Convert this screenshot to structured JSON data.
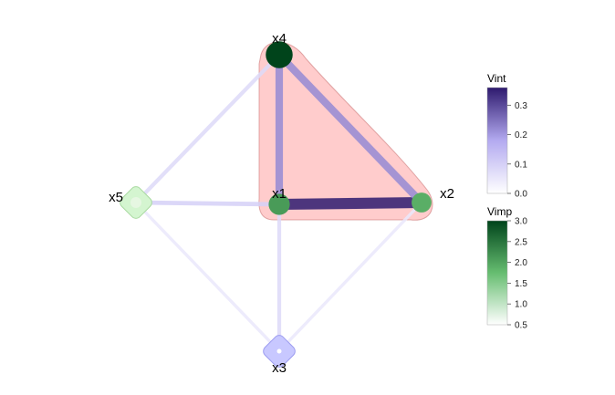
{
  "nodes": [
    {
      "id": "x1",
      "label": "x1",
      "vimp": 2.1,
      "shape": "circle"
    },
    {
      "id": "x2",
      "label": "x2",
      "vimp": 1.9,
      "shape": "circle"
    },
    {
      "id": "x3",
      "label": "x3",
      "vimp": 0.6,
      "shape": "diamond",
      "interaction_only": true
    },
    {
      "id": "x4",
      "label": "x4",
      "vimp": 3.0,
      "shape": "circle"
    },
    {
      "id": "x5",
      "label": "x5",
      "vimp": 0.6,
      "shape": "diamond"
    }
  ],
  "edges": [
    {
      "from": "x1",
      "to": "x2",
      "vint": 0.36
    },
    {
      "from": "x2",
      "to": "x4",
      "vint": 0.22
    },
    {
      "from": "x1",
      "to": "x4",
      "vint": 0.22
    },
    {
      "from": "x1",
      "to": "x5",
      "vint": 0.1
    },
    {
      "from": "x4",
      "to": "x5",
      "vint": 0.08
    },
    {
      "from": "x1",
      "to": "x3",
      "vint": 0.08
    },
    {
      "from": "x3",
      "to": "x5",
      "vint": 0.05
    },
    {
      "from": "x2",
      "to": "x3",
      "vint": 0.05
    }
  ],
  "cluster": {
    "members": [
      "x1",
      "x2",
      "x4"
    ],
    "color": "#ff9a9a"
  },
  "legends": {
    "vint": {
      "title": "Vint",
      "ticks": [
        "0.0",
        "0.1",
        "0.2",
        "0.3"
      ],
      "tick_values": [
        0.0,
        0.1,
        0.2,
        0.3
      ],
      "range": [
        0.0,
        0.36
      ],
      "color_low": "#ffffff",
      "color_high": "#2e1a6e"
    },
    "vimp": {
      "title": "Vimp",
      "ticks": [
        "0.5",
        "1.0",
        "1.5",
        "2.0",
        "2.5",
        "3.0"
      ],
      "tick_values": [
        0.5,
        1.0,
        1.5,
        2.0,
        2.5,
        3.0
      ],
      "range": [
        0.5,
        3.0
      ],
      "color_low": "#ffffff",
      "color_high": "#00441b"
    }
  }
}
